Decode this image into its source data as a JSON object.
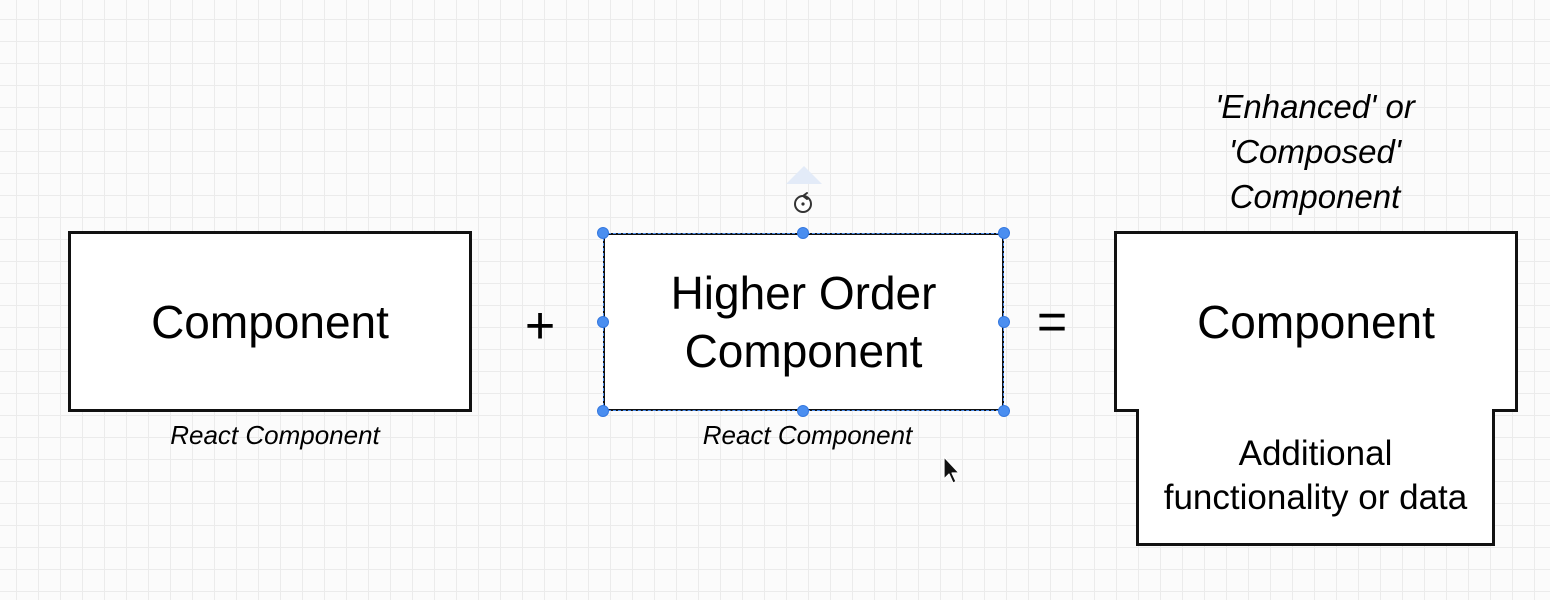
{
  "diagram": {
    "left_component": {
      "label": "Component",
      "caption": "React Component"
    },
    "plus_operator": "+",
    "hoc_component": {
      "label_line1": "Higher Order",
      "label_line2": "Component",
      "caption": "React Component",
      "selected": true
    },
    "equals_operator": "=",
    "result_component": {
      "caption_line1": "'Enhanced' or",
      "caption_line2": "'Composed'",
      "caption_line3": "Component",
      "label": "Component",
      "extra_line1": "Additional",
      "extra_line2": "functionality or data"
    }
  },
  "colors": {
    "selection": "#4a8ef0",
    "box_border": "#111111",
    "grid": "#ebebeb"
  }
}
